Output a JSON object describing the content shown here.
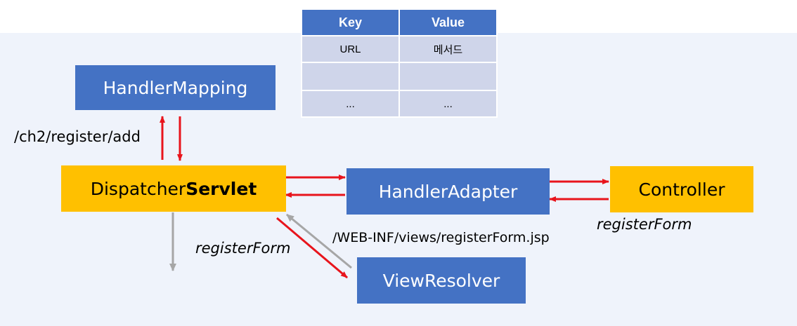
{
  "table": {
    "headers": [
      "Key",
      "Value"
    ],
    "rows": [
      [
        "URL",
        "메서드"
      ],
      [
        "",
        ""
      ],
      [
        "...",
        "..."
      ]
    ]
  },
  "nodes": {
    "handler_mapping": "HandlerMapping",
    "dispatcher_prefix": "Dispatcher",
    "dispatcher_bold": "Servlet",
    "handler_adapter": "HandlerAdapter",
    "controller": "Controller",
    "view_resolver": "ViewResolver"
  },
  "labels": {
    "request_url": "/ch2/register/add",
    "controller_return": "registerForm",
    "dispatcher_view_name": "registerForm",
    "view_path": "/WEB-INF/views/registerForm.jsp"
  },
  "colors": {
    "blue_box": "#4472c4",
    "yellow_box": "#ffc000",
    "red_arrow": "#e8141c",
    "gray_arrow": "#a6a6a6",
    "panel_bg": "#eff3fb",
    "table_header": "#4472c4",
    "table_cell": "#cfd5ea"
  }
}
